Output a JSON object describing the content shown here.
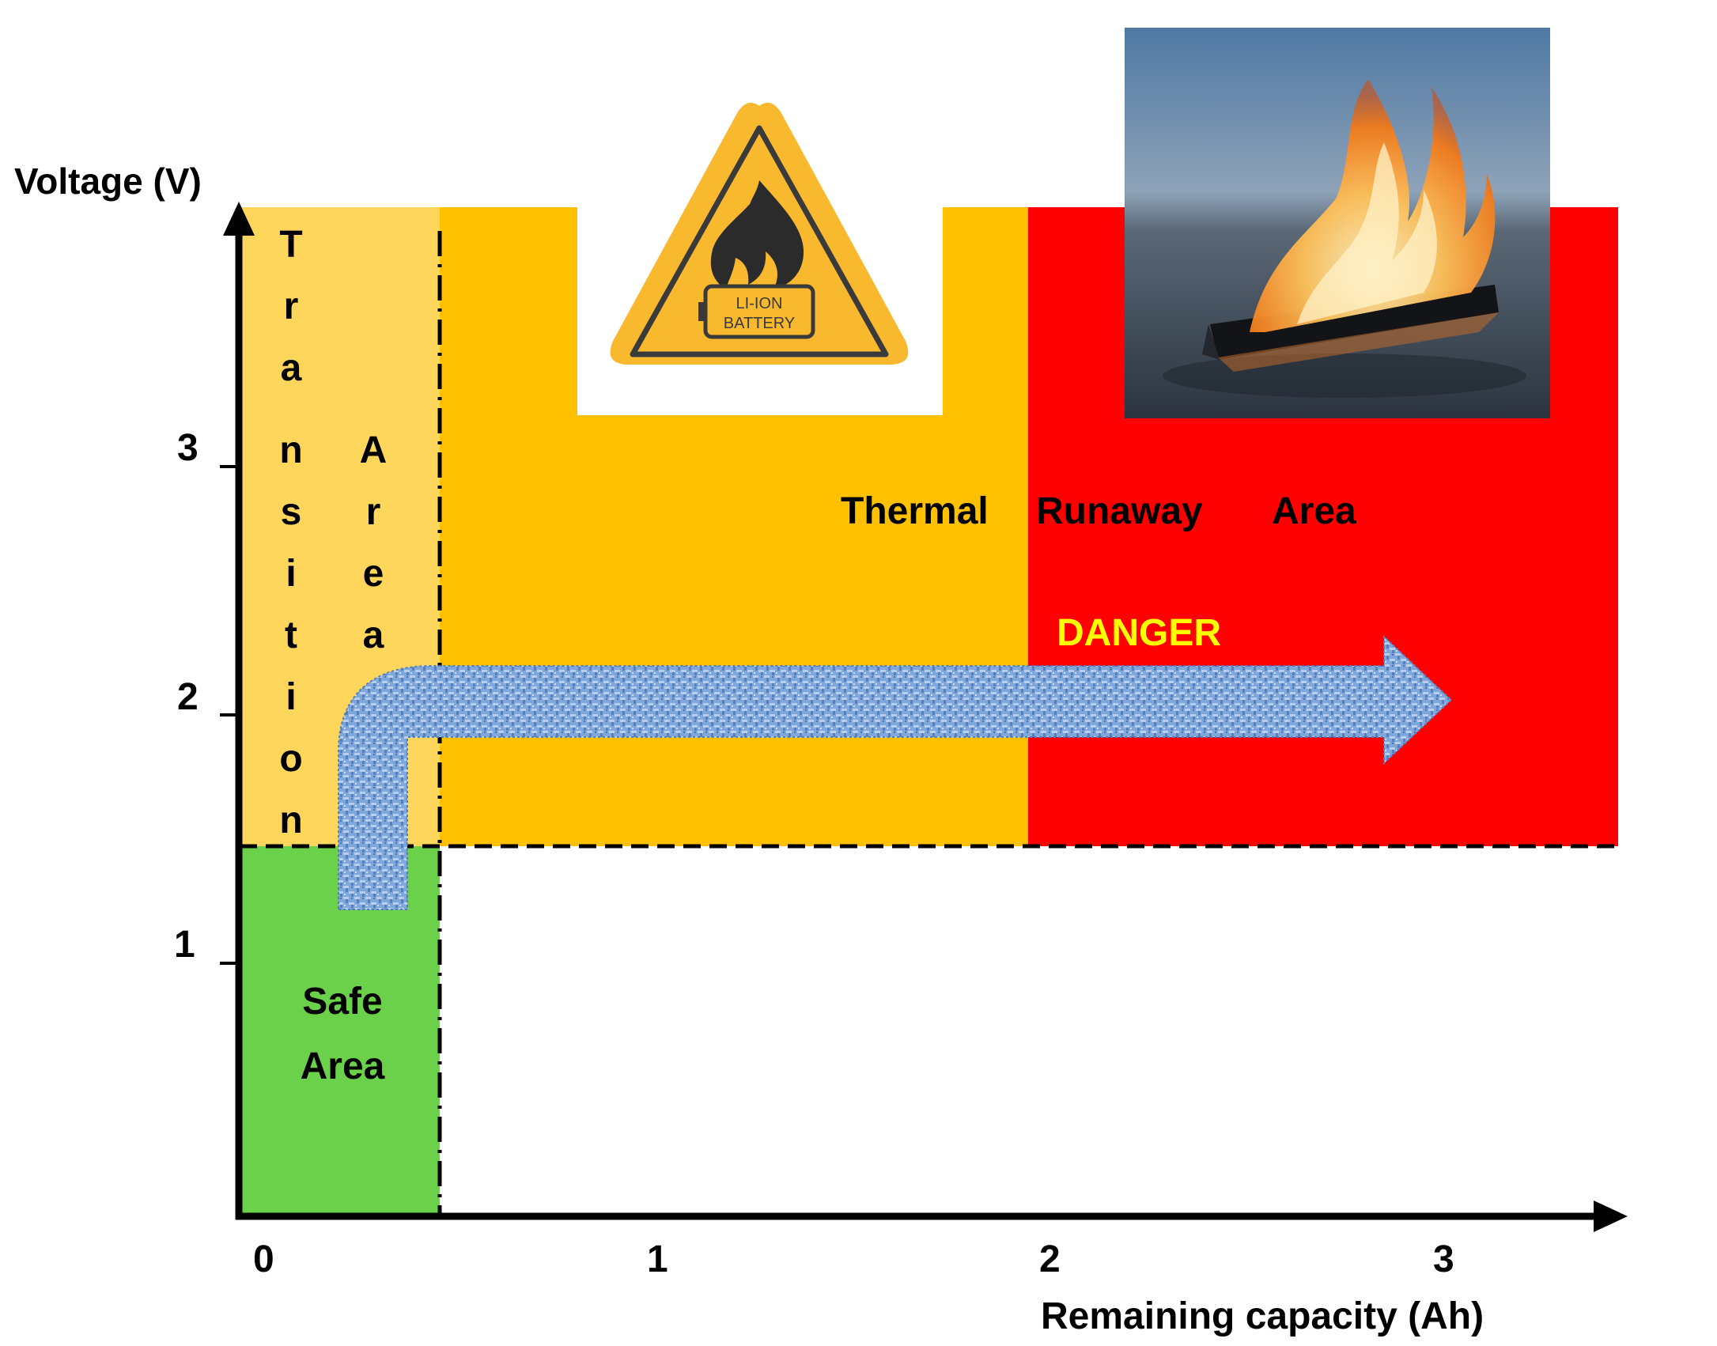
{
  "axes": {
    "y_label": "Voltage (V)",
    "x_label": "Remaining capacity (Ah)",
    "y_ticks": [
      "1",
      "2",
      "3"
    ],
    "x_ticks": [
      "0",
      "1",
      "2",
      "3"
    ]
  },
  "regions": {
    "transition_word_1": [
      "T",
      "r",
      "a",
      "n",
      "s",
      "i",
      "t",
      "i",
      "o",
      "n"
    ],
    "transition_word_2": [
      "A",
      "r",
      "e",
      "a"
    ],
    "safe_line_1": "Safe",
    "safe_line_2": "Area",
    "thermal": "Thermal",
    "runaway": "Runaway",
    "area": "Area",
    "danger": "DANGER"
  },
  "warning_sign": {
    "line_1": "LI-ION",
    "line_2": "BATTERY"
  },
  "colors": {
    "transition_area": "#FED65C",
    "thermal_area": "#FFC000",
    "runaway_area": "#FF0000",
    "safe_area": "#6CD14A",
    "danger_text": "#FFFF00",
    "arrow": "#7FA7DB",
    "sign_fill": "#F9B92E"
  },
  "icons": [
    "fire-warning-icon",
    "burning-phone-photo"
  ]
}
